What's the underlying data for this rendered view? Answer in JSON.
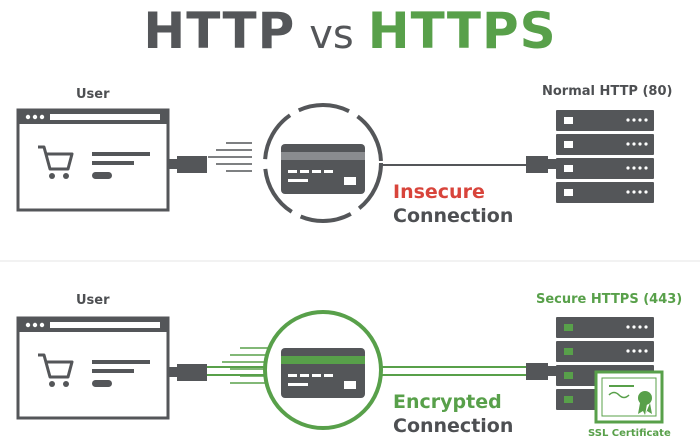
{
  "title": {
    "left": "HTTP",
    "middle": "vs",
    "right": "HTTPS"
  },
  "http_panel": {
    "user_label": "User",
    "server_label": "Normal HTTP (80)",
    "connection_line1": "Insecure",
    "connection_line2": "Connection"
  },
  "https_panel": {
    "user_label": "User",
    "server_label": "Secure HTTPS (443)",
    "connection_line1": "Encrypted",
    "connection_line2": "Connection",
    "certificate_label": "SSL Certificate"
  },
  "colors": {
    "dark": "#545659",
    "green": "#58a04a",
    "red": "#d8443b"
  }
}
